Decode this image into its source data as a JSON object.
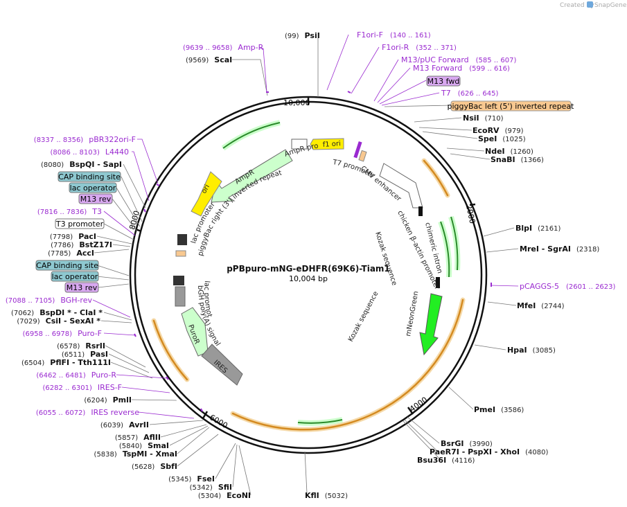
{
  "credit": {
    "created_by": "Created by",
    "brand": "SnapGene"
  },
  "plasmid": {
    "name": "pPBpuro-mNG-eDHFR(69K6)-Tiam1",
    "size": "10,004 bp"
  },
  "ticks": [
    "10,000",
    "2000",
    "4000",
    "6000",
    "8000"
  ],
  "enzymes": [
    {
      "pos": "(99)",
      "name": "PsiI"
    },
    {
      "pos": "(9569)",
      "name": "ScaI"
    },
    {
      "name": "NsiI",
      "pos": "(710)"
    },
    {
      "name": "EcoRV",
      "pos": "(979)"
    },
    {
      "name": "SpeI",
      "pos": "(1025)"
    },
    {
      "name": "NdeI",
      "pos": "(1260)"
    },
    {
      "name": "SnaBI",
      "pos": "(1366)"
    },
    {
      "name": "BlpI",
      "pos": "(2161)"
    },
    {
      "name": "MreI  -  SgrAI",
      "pos": "(2318)"
    },
    {
      "name": "MfeI",
      "pos": "(2744)"
    },
    {
      "name": "HpaI",
      "pos": "(3085)"
    },
    {
      "name": "PmeI",
      "pos": "(3586)"
    },
    {
      "name": "BsrGI",
      "pos": "(3990)"
    },
    {
      "name": "PaeR7I  -  PspXI  -  XhoI",
      "pos": "(4080)"
    },
    {
      "name": "Bsu36I",
      "pos": "(4116)"
    },
    {
      "name": "KflI",
      "pos": "(5032)"
    },
    {
      "pos": "(8080)",
      "name": "BspQI  -  SapI"
    },
    {
      "pos": "(7798)",
      "name": "PacI"
    },
    {
      "pos": "(7786)",
      "name": "BstZ17I"
    },
    {
      "pos": "(7785)",
      "name": "AccI"
    },
    {
      "pos": "(7062)",
      "name": "BspDI *  -  ClaI *"
    },
    {
      "pos": "(7029)",
      "name": "CsiI  -  SexAI *"
    },
    {
      "pos": "(6578)",
      "name": "RsrII"
    },
    {
      "pos": "(6511)",
      "name": "PasI"
    },
    {
      "pos": "(6504)",
      "name": "PflFI  -  Tth111I"
    },
    {
      "pos": "(6204)",
      "name": "PmlI"
    },
    {
      "pos": "(6039)",
      "name": "AvrII"
    },
    {
      "pos": "(5857)",
      "name": "AflII"
    },
    {
      "pos": "(5840)",
      "name": "SmaI"
    },
    {
      "pos": "(5838)",
      "name": "TspMI  -  XmaI"
    },
    {
      "pos": "(5628)",
      "name": "SbfI"
    },
    {
      "pos": "(5345)",
      "name": "FseI"
    },
    {
      "pos": "(5342)",
      "name": "SfiI"
    },
    {
      "pos": "(5304)",
      "name": "EcoNI"
    }
  ],
  "primers": [
    {
      "range": "(9639 .. 9658)",
      "name": "Amp-R"
    },
    {
      "name": "F1ori-F",
      "range": "(140 .. 161)"
    },
    {
      "name": "F1ori-R",
      "range": "(352 .. 371)"
    },
    {
      "name": "M13/pUC Forward",
      "range": "(585 .. 607)"
    },
    {
      "name": "M13 Forward",
      "range": "(599 .. 616)"
    },
    {
      "name": "T7",
      "range": "(626 .. 645)"
    },
    {
      "name": "pCAGGS-5",
      "range": "(2601 .. 2623)"
    },
    {
      "range": "(8337 .. 8356)",
      "name": "pBR322ori-F"
    },
    {
      "range": "(8086 .. 8103)",
      "name": "L4440"
    },
    {
      "range": "(7816 .. 7836)",
      "name": "T3"
    },
    {
      "range": "(7088 .. 7105)",
      "name": "BGH-rev"
    },
    {
      "range": "(6958 .. 6978)",
      "name": "Puro-F"
    },
    {
      "range": "(6462 .. 6481)",
      "name": "Puro-R"
    },
    {
      "range": "(6282 .. 6301)",
      "name": "IRES-F"
    },
    {
      "range": "(6055 .. 6072)",
      "name": "IRES reverse"
    }
  ],
  "boxes": {
    "m13fwd": "M13 fwd",
    "piggybac_left": "piggyBac left (5') inverted repeat",
    "cap1": "CAP binding site",
    "lacop1": "lac operator",
    "m13rev1": "M13 rev",
    "t3prom": "T3 promoter",
    "cap2": "CAP binding site",
    "lacop2": "lac operator",
    "m13rev2": "M13 rev"
  },
  "features": {
    "f1ori": "f1 ori",
    "ampr": "AmpR",
    "ampr_promoter": "AmpR promoter",
    "ori": "ori",
    "piggybac_right": "piggyBac right (3') inverted repeat",
    "lac_promoter1": "lac promoter",
    "lac_promoter2": "lac promoter",
    "bgh": "bGH poly(A) signal",
    "puror": "PuroR",
    "ires": "IRES",
    "t7prom": "T7 promoter",
    "cmv": "CMV enhancer",
    "cba": "chicken β-actin promoter",
    "chimeric": "chimeric intron",
    "kozak1": "Kozak sequence",
    "kozak2": "Kozak sequence",
    "mneon": "mNeonGreen"
  },
  "colors": {
    "primer": "#9a2ad0",
    "ori_yellow": "#ffee00",
    "gene_light_green": "#ccffcc",
    "mneon_green": "#22ee22",
    "ires_gray": "#999999",
    "orange_box": "#f8c890",
    "teal_box": "#8ec8d0",
    "purple_box": "#d8a8f0"
  }
}
